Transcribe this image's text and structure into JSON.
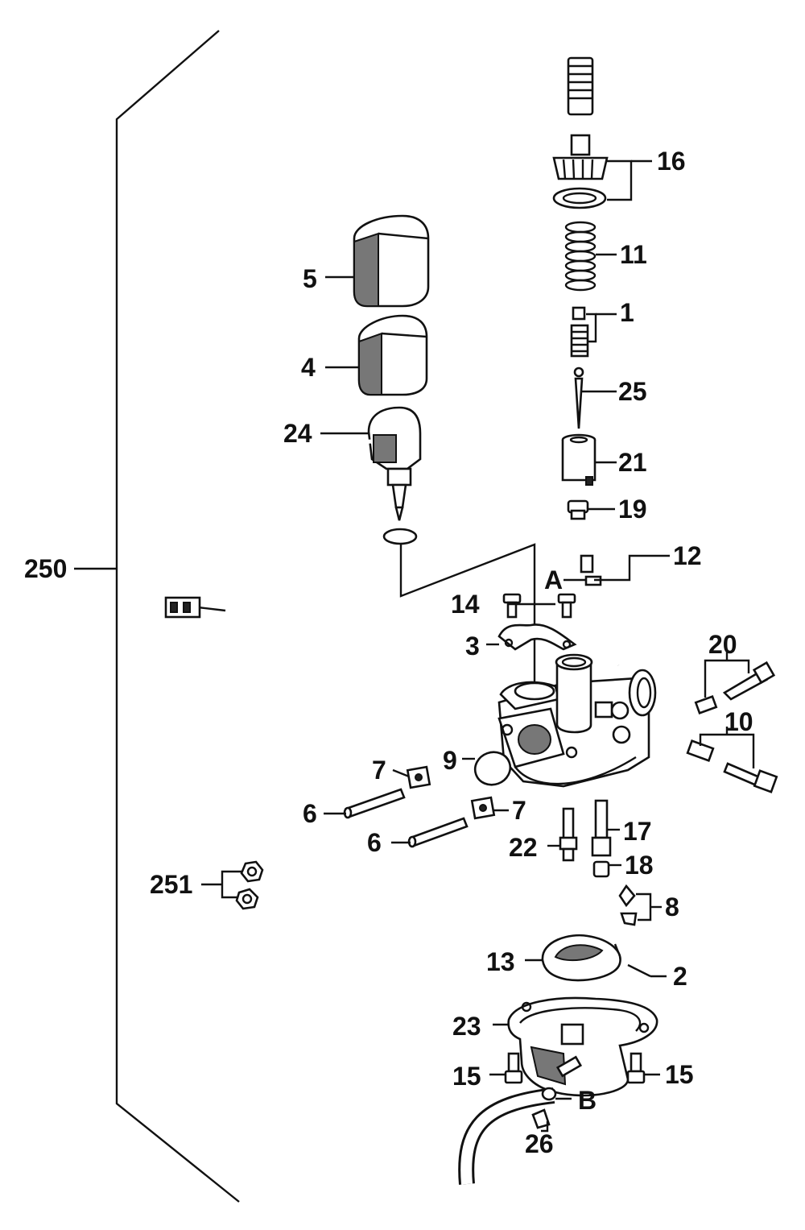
{
  "labels": {
    "l250": "250",
    "l251": "251",
    "l16": "16",
    "l11": "11",
    "l1": "1",
    "l25": "25",
    "l21": "21",
    "l19": "19",
    "l12": "12",
    "lA": "A",
    "l5": "5",
    "l4": "4",
    "l24": "24",
    "l14": "14",
    "l3": "3",
    "l20": "20",
    "l10": "10",
    "l9": "9",
    "l7a": "7",
    "l7b": "7",
    "l6a": "6",
    "l6b": "6",
    "l17": "17",
    "l22": "22",
    "l18": "18",
    "l8": "8",
    "l13": "13",
    "l2": "2",
    "l23": "23",
    "l15a": "15",
    "l15b": "15",
    "lB": "B",
    "l26": "26"
  },
  "colors": {
    "ink": "#111111",
    "paper": "#ffffff",
    "shading": "#777777"
  }
}
